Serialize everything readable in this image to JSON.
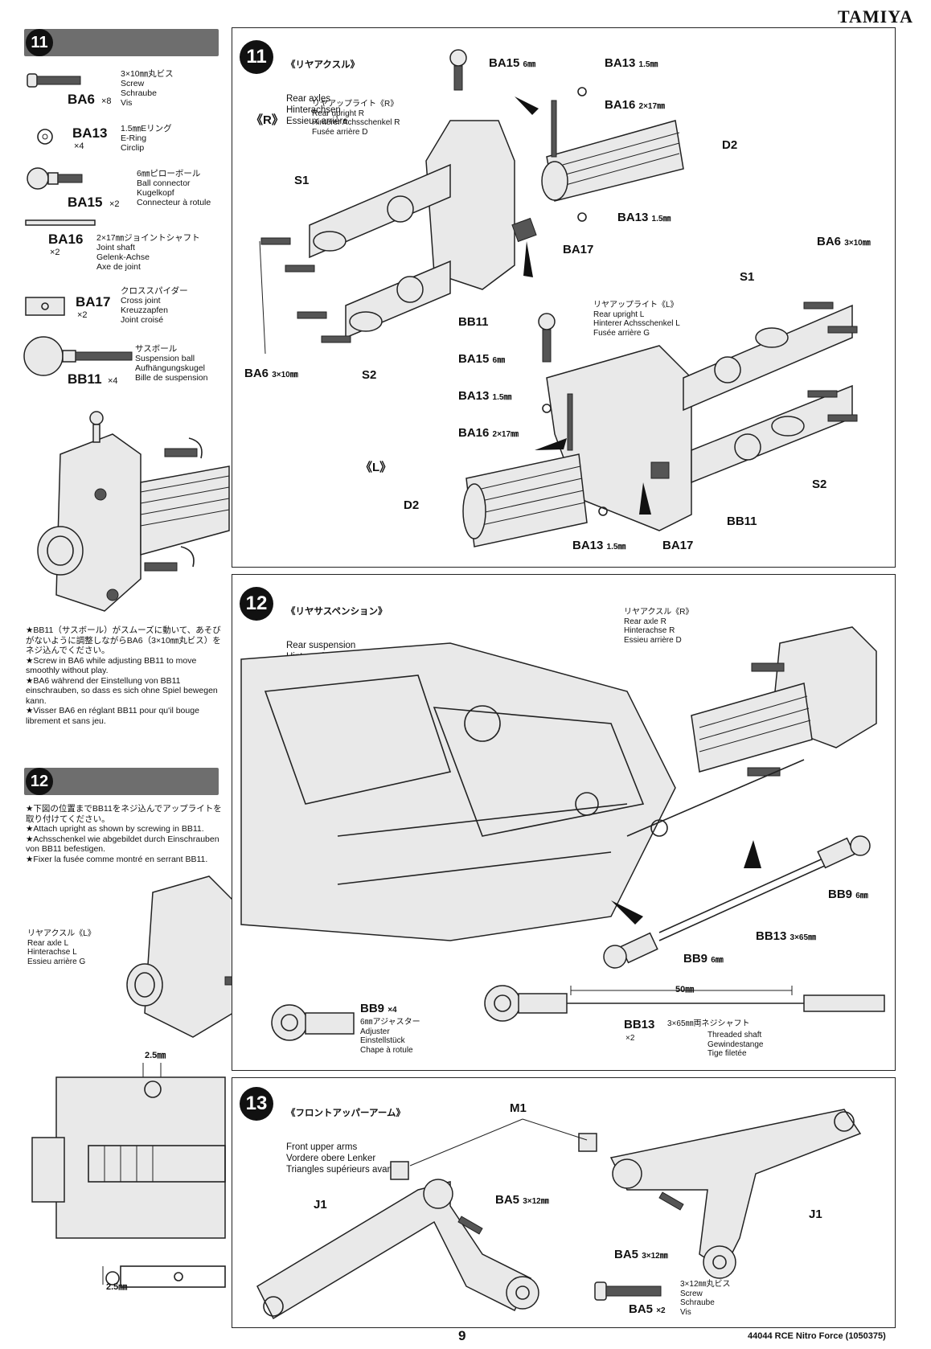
{
  "brand": "TAMIYA",
  "left": {
    "step11_num": "11",
    "parts": [
      {
        "code": "BA6",
        "qty": "×8",
        "desc": "3×10㎜丸ビス\nScrew\nSchraube\nVis"
      },
      {
        "code": "BA13",
        "qty": "×4",
        "desc": "1.5㎜Eリング\nE-Ring\nCirclip"
      },
      {
        "code": "BA15",
        "qty": "×2",
        "desc": "6㎜ピローボール\nBall connector\nKugelkopf\nConnecteur à rotule"
      },
      {
        "code": "BA16",
        "qty": "×2",
        "desc": "2×17㎜ジョイントシャフト\nJoint shaft\nGelenk-Achse\nAxe de joint"
      },
      {
        "code": "BA17",
        "qty": "×2",
        "desc": "クロススパイダー\nCross joint\nKreuzzapfen\nJoint croisé"
      },
      {
        "code": "BB11",
        "qty": "×4",
        "desc": "サスボール\nSuspension ball\nAufhängungskugel\nBille de suspension"
      }
    ],
    "note11": [
      "★BB11（サスボール）がスムーズに動いて、あそびがないように調整しながらBA6（3×10㎜丸ビス）をネジ込んでください。",
      "★Screw in BA6 while adjusting BB11 to move smoothly without play.",
      "★BA6 während der Einstellung von BB11 einschrauben, so dass es sich ohne Spiel bewegen kann.",
      "★Visser BA6 en réglant BB11 pour qu'il bouge librement et sans jeu."
    ],
    "step12_num": "12",
    "note12": [
      "★下図の位置までBB11をネジ込んでアップライトを取り付けてください。",
      "★Attach upright as shown by screwing in BB11.",
      "★Achsschenkel wie abgebildet durch Einschrauben von BB11 befestigen.",
      "★Fixer la fusée comme montré en serrant BB11."
    ],
    "rear_axle_l": "リヤアクスル《L》\nRear axle L\nHinterachse L\nEssieu arrière G",
    "dim_top": "2.5㎜",
    "dim_bottom": "2.5㎜"
  },
  "step11": {
    "num": "11",
    "title_jp": "《リヤアクスル》",
    "title": "Rear axles\nHinterachsen\nEssieux arrière",
    "side_r": "《R》",
    "side_l": "《L》",
    "upright_r": "リヤアップライト《R》\nRear upright R\nHinterer Achsschenkel R\nFusée arrière D",
    "upright_l": "リヤアップライト《L》\nRear upright L\nHinterer Achsschenkel L\nFusée arrière G",
    "labels": {
      "ba15_r": "BA15",
      "ba15_r_size": "6㎜",
      "ba13_r1": "BA13",
      "ba13_r1_size": "1.5㎜",
      "ba16_r": "BA16",
      "ba16_r_size": "2×17㎜",
      "d2_r": "D2",
      "s1_r": "S1",
      "ba13_r2": "BA13",
      "ba13_r2_size": "1.5㎜",
      "ba17_r": "BA17",
      "bb11_r": "BB11",
      "ba6_r": "BA6",
      "ba6_r_size": "3×10㎜",
      "s2_r": "S2",
      "ba6_l": "BA6",
      "ba6_l_size": "3×10㎜",
      "s1_l": "S1",
      "ba15_l": "BA15",
      "ba15_l_size": "6㎜",
      "ba13_l1": "BA13",
      "ba13_l1_size": "1.5㎜",
      "ba16_l": "BA16",
      "ba16_l_size": "2×17㎜",
      "d2_l": "D2",
      "ba13_l2": "BA13",
      "ba13_l2_size": "1.5㎜",
      "ba17_l": "BA17",
      "s2_l": "S2",
      "bb11_l": "BB11"
    }
  },
  "step12": {
    "num": "12",
    "title_jp": "《リヤサスペンション》",
    "title": "Rear suspension\nHinterradaufhängung\nSuspension arrière",
    "rear_axle_r": "リヤアクスル《R》\nRear axle R\nHinterachse R\nEssieu arrière D",
    "bb9_1": "BB9",
    "bb9_1_size": "6㎜",
    "bb13": "BB13",
    "bb13_size": "3×65㎜",
    "bb9_2": "BB9",
    "bb9_2_size": "6㎜",
    "dim": "50㎜",
    "bb9_part": "BB9",
    "bb9_qty": "×4",
    "bb9_desc": "6㎜アジャスター\nAdjuster\nEinstellstück\nChape à rotule",
    "bb13_part": "BB13",
    "bb13_qty": "×2",
    "bb13_desc_jp": "3×65㎜両ネジシャフト",
    "bb13_desc": "Threaded shaft\nGewindestange\nTige filetée"
  },
  "step13": {
    "num": "13",
    "title_jp": "《フロントアッパーアーム》",
    "title": "Front upper arms\nVordere obere Lenker\nTriangles supérieurs avant",
    "m1": "M1",
    "j1_l": "J1",
    "j1_r": "J1",
    "ba5_1": "BA5",
    "ba5_1_size": "3×12㎜",
    "ba5_2": "BA5",
    "ba5_2_size": "3×12㎜",
    "ba5_part": "BA5",
    "ba5_qty": "×2",
    "ba5_desc": "3×12㎜丸ビス\nScrew\nSchraube\nVis"
  },
  "footer": {
    "page": "9",
    "model": "44044  RCE Nitro Force (1050375)"
  }
}
